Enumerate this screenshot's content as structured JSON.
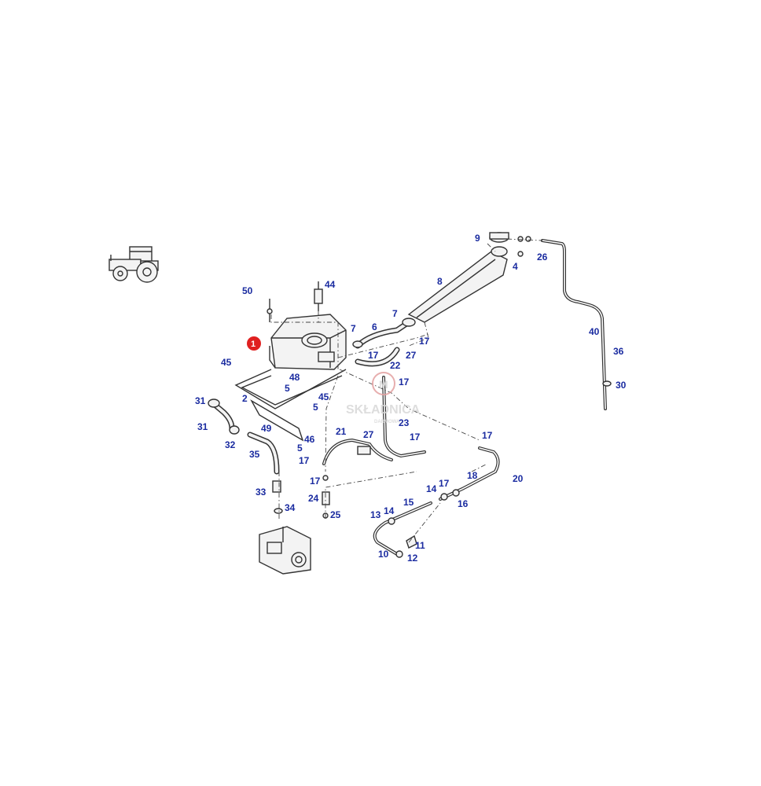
{
  "diagram": {
    "highlighted_callout": "1",
    "callouts": [
      "1",
      "2",
      "4",
      "5",
      "5",
      "5",
      "6",
      "7",
      "7",
      "8",
      "9",
      "10",
      "11",
      "12",
      "13",
      "14",
      "14",
      "15",
      "16",
      "17",
      "17",
      "17",
      "17",
      "17",
      "17",
      "17",
      "17",
      "18",
      "20",
      "21",
      "22",
      "23",
      "24",
      "25",
      "26",
      "27",
      "27",
      "30",
      "31",
      "31",
      "32",
      "33",
      "34",
      "35",
      "36",
      "40",
      "44",
      "45",
      "45",
      "46",
      "48",
      "49",
      "50"
    ],
    "watermark": {
      "main": "SKŁADNICA",
      "sub": "DARMOWA"
    },
    "colors": {
      "callout": "#1a2ba0",
      "highlight": "#e02020",
      "line": "#333333"
    }
  }
}
